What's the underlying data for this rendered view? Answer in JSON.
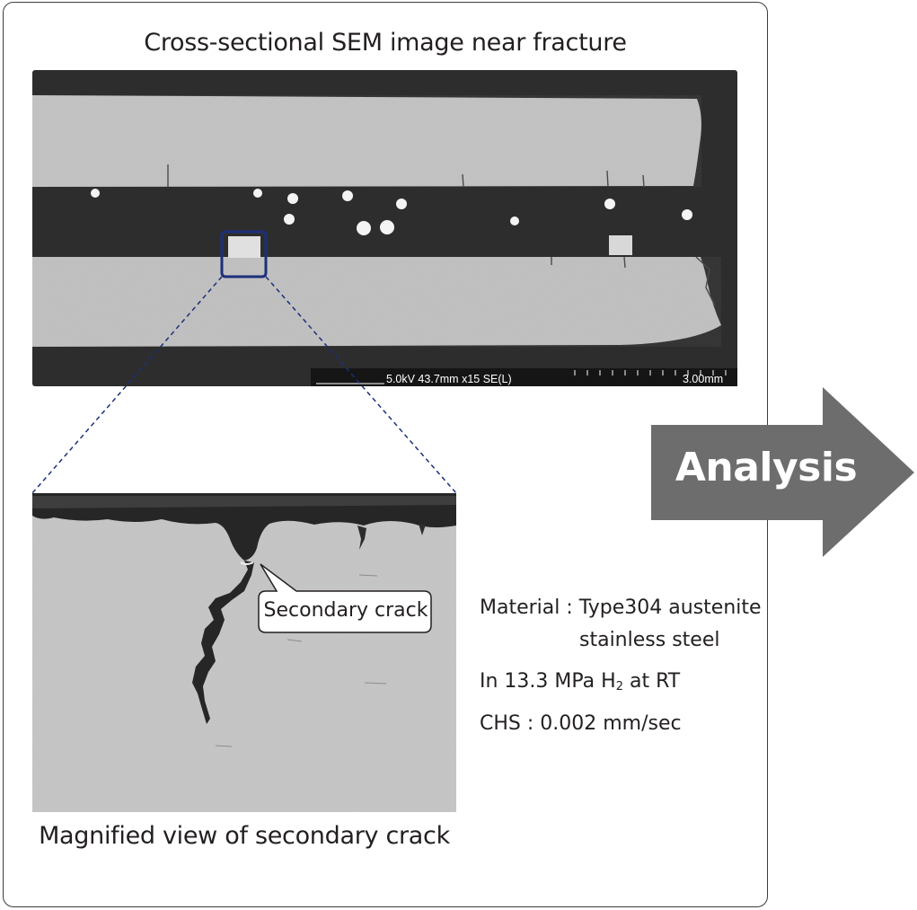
{
  "figure": {
    "title": "Cross-sectional SEM image near fracture",
    "caption": "Magnified view of secondary crack",
    "callout": "Secondary crack",
    "scalebar": {
      "left_text": "5.0kV 43.7mm x15 SE(L)",
      "right_text": "3.00mm"
    },
    "arrow_label": "Analysis"
  },
  "conditions": {
    "material_label": "Material : Type304 austenite",
    "material_cont": "stainless steel",
    "environment_prefix": "In 13.3 MPa H",
    "environment_sub": "2",
    "environment_suffix": " at RT",
    "chs": "CHS : 0.002 mm/sec"
  },
  "colors": {
    "sem_background": "#2d2d2d",
    "sem_metal": "#c3c3c3",
    "zoom_box": "#1d2f7a",
    "arrow": "#6d6d6d"
  }
}
